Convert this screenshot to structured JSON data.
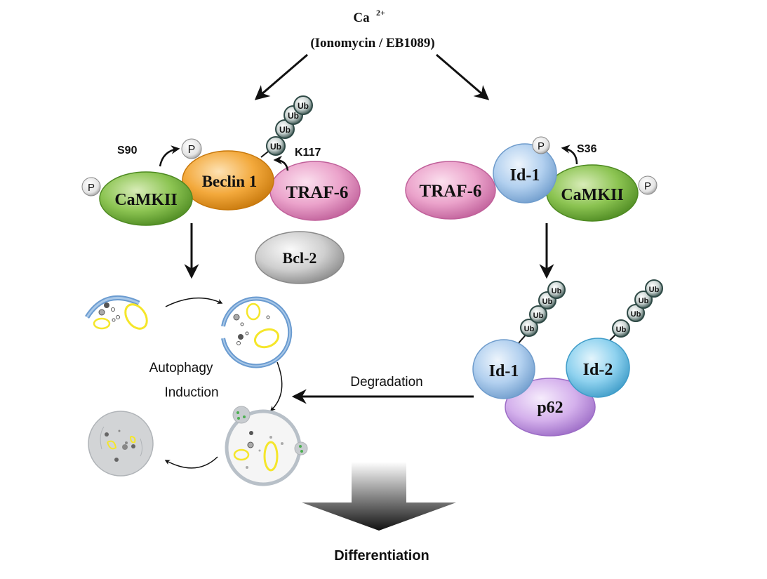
{
  "stimulus": {
    "ion": "Ca",
    "charge": "2+",
    "agents": "(Ionomycin / EB1089)"
  },
  "left_pathway": {
    "proteins": {
      "camkii": "CaMKII",
      "beclin": "Beclin 1",
      "traf6": "TRAF-6",
      "bcl2": "Bcl-2"
    },
    "phospho_site": "S90",
    "ubiquitin_site": "K117",
    "phospho_label": "P",
    "ub_label": "Ub",
    "process_line1": "Autophagy",
    "process_line2": "Induction"
  },
  "right_pathway": {
    "proteins": {
      "traf6": "TRAF-6",
      "id1": "Id-1",
      "camkii": "CaMKII",
      "id1_b": "Id-1",
      "id2": "Id-2",
      "p62": "p62"
    },
    "phospho_site": "S36",
    "phospho_label": "P",
    "ub_label": "Ub"
  },
  "degradation_label": "Degradation",
  "outcome": "Differentiation",
  "colors": {
    "camkii": "#7cb342",
    "beclin": "#f0a030",
    "traf6": "#e58cc0",
    "bcl2": "#b0b0b0",
    "id1": "#9cc3e8",
    "id2": "#6ec3e6",
    "p62": "#c79ae0",
    "membrane": "#6a9bd0",
    "mitochondria": "#f5e62a"
  }
}
